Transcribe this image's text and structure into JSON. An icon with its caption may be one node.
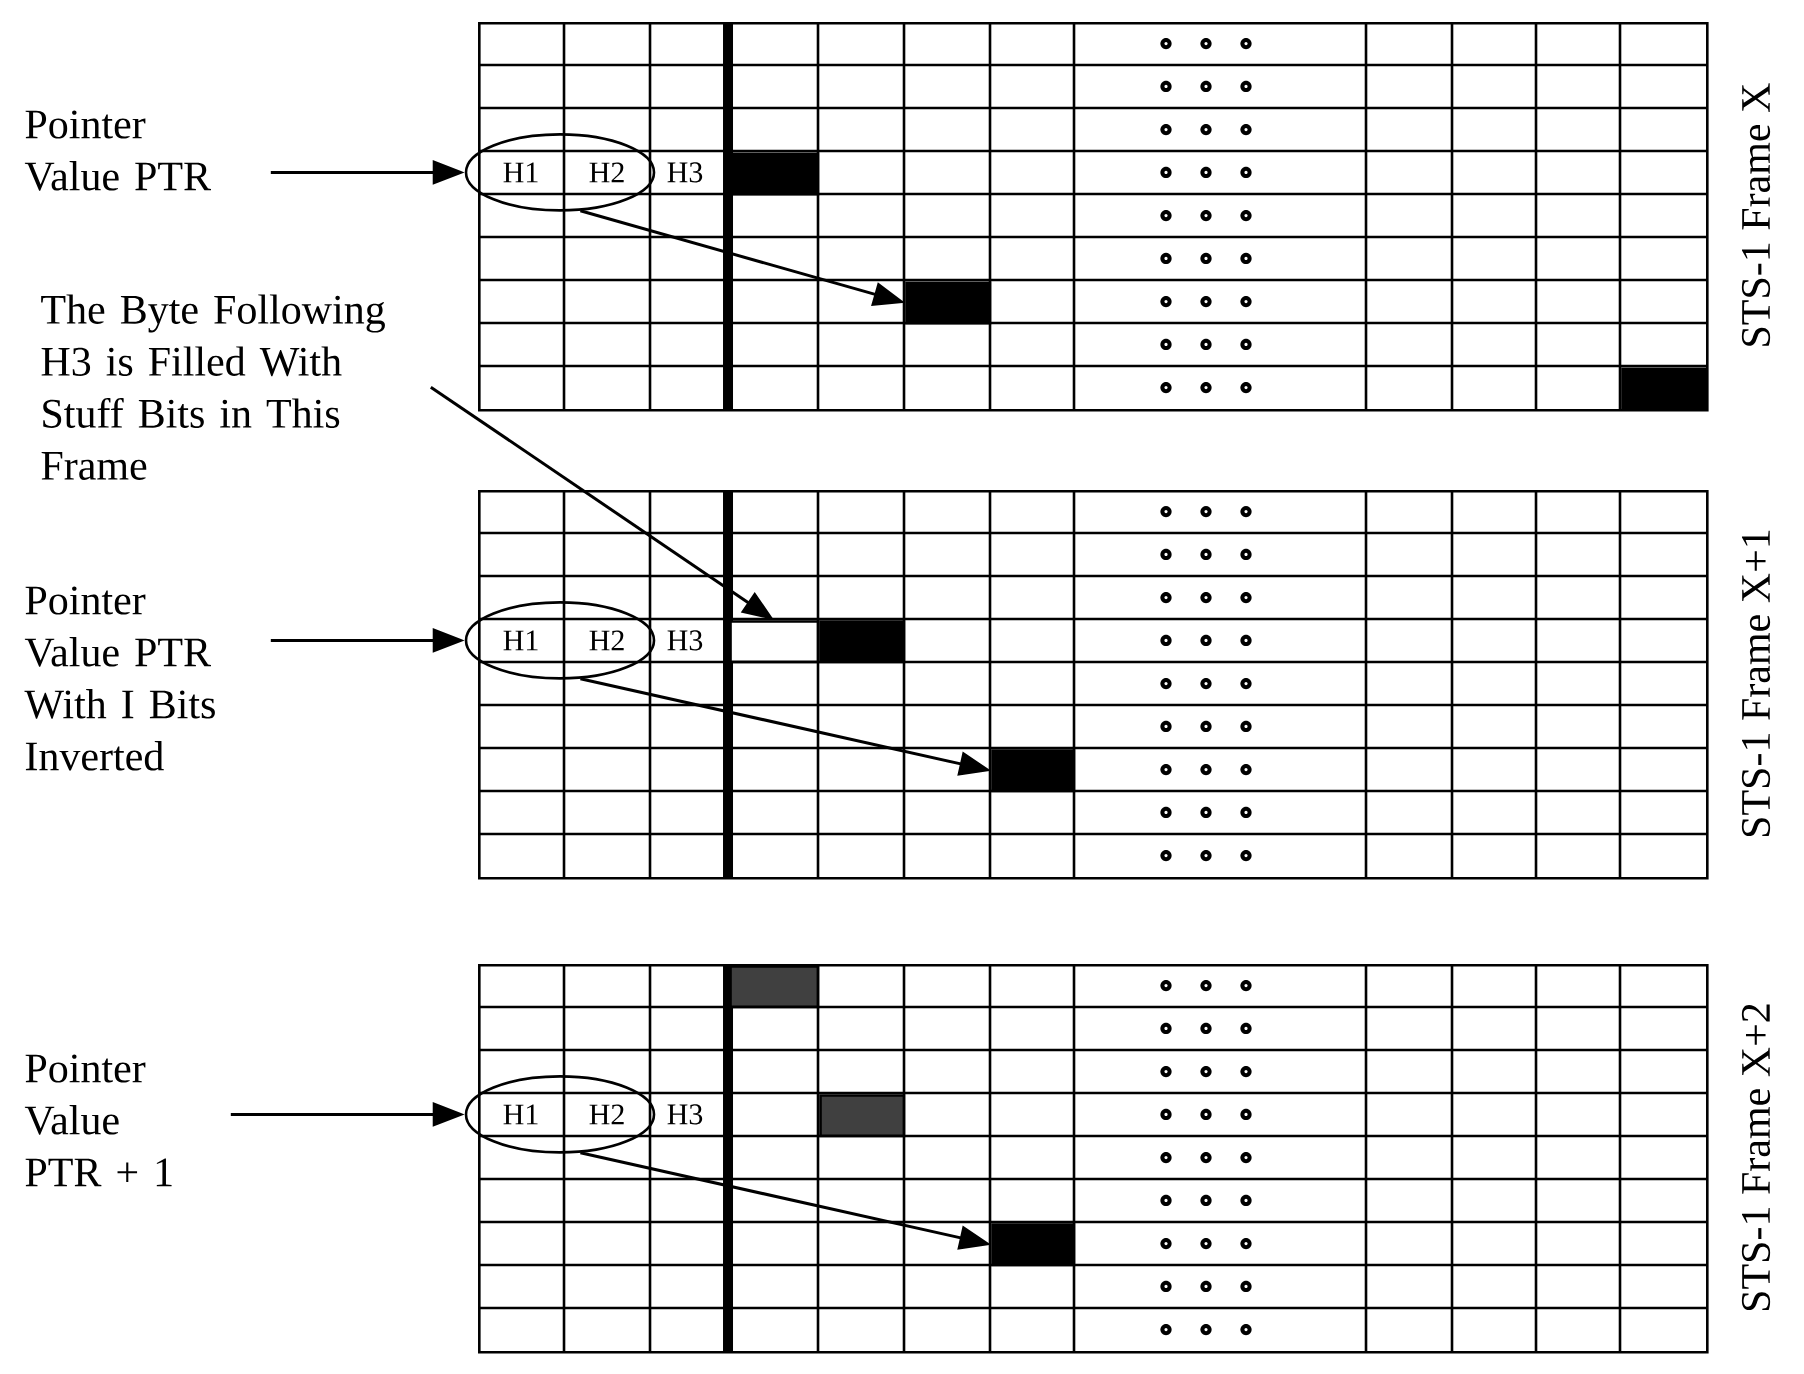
{
  "diagram": {
    "nodes": [
      {
        "text": [
          "STS-1 Frame X"
        ]
      },
      {
        "text": [
          "Pointer Value PTR"
        ]
      },
      {
        "text": [
          "H1",
          "H2"
        ],
        "in": 0
      },
      {
        "text": [],
        "shape": "box",
        "in": 0
      },
      {
        "text": [],
        "shape": "box",
        "in": 0
      },
      {
        "text": [],
        "shape": "box",
        "in": 0
      },
      {
        "text": [
          "The Byte Following H3 is Filled With Stuff Bits in This Frame"
        ]
      },
      {
        "text": [
          "STS-1 Frame X+1"
        ]
      },
      {
        "text": [
          "Pointer Value PTR With I Bits Inverted"
        ]
      },
      {
        "text": [
          "H1",
          "H2"
        ],
        "in": 7
      },
      {
        "text": [],
        "shape": "box",
        "in": 7
      },
      {
        "text": [],
        "shape": "box",
        "in": 7
      },
      {
        "text": [],
        "shape": "box",
        "in": 7
      },
      {
        "text": [
          "STS-1 Frame X+2"
        ]
      },
      {
        "text": [
          "Pointer Value PTR + 1"
        ]
      },
      {
        "text": [
          "H1",
          "H2"
        ],
        "in": 13
      },
      {
        "text": [],
        "shape": "box",
        "in": 13
      },
      {
        "text": [],
        "shape": "box",
        "in": 13
      },
      {
        "text": [],
        "shape": "box",
        "in": 13
      }
    ],
    "edges": [
      {
        "from": 1,
        "to": 2,
        "arrow": "to"
      },
      {
        "from": 2,
        "to": 4,
        "arrow": "to"
      },
      {
        "from": 6,
        "to": 10,
        "arrow": "to"
      },
      {
        "from": 8,
        "to": 9,
        "arrow": "to"
      },
      {
        "from": 9,
        "to": 12,
        "arrow": "to"
      },
      {
        "from": 14,
        "to": 15,
        "arrow": "to"
      },
      {
        "from": 15,
        "to": 18,
        "arrow": "to"
      }
    ],
    "labels": [
      "H3",
      "H3",
      "H3"
    ]
  }
}
